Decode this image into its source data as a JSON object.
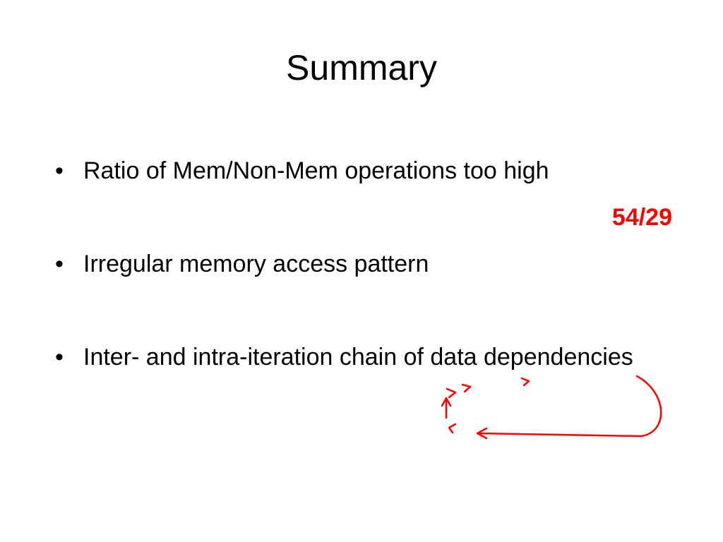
{
  "slide": {
    "title": "Summary",
    "bullet_glyph": "•",
    "bullets": [
      "Ratio of Mem/Non-Mem operations too high",
      "Irregular memory access pattern",
      "Inter- and intra-iteration chain of data dependencies"
    ],
    "ratio_annotation": "54/29",
    "annotation_color": "#ff0000"
  }
}
